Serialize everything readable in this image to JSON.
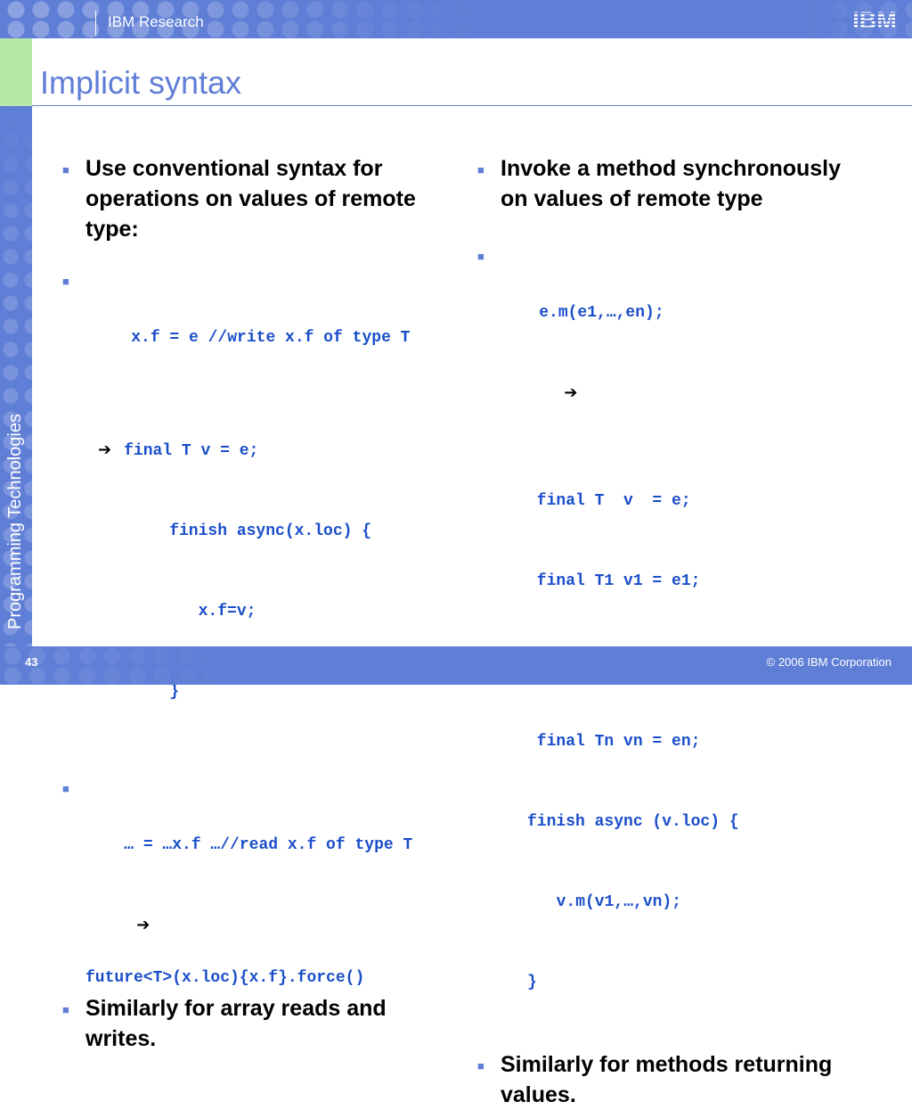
{
  "header": {
    "org": "IBM Research",
    "logo_text": "IBM"
  },
  "sidebar": {
    "label": "Programming Technologies"
  },
  "slide": {
    "title": "Implicit syntax"
  },
  "left_column": {
    "bullet_1": "Use conventional syntax for operations on values of remote type:",
    "write_line": "x.f = e //write x.f of type T",
    "arrow_1": "➔",
    "write_code": [
      "final T v = e;",
      "    finish async(x.loc) {",
      "       x.f=v;",
      "    }"
    ],
    "read_line": "… = …x.f …//read x.f of type T",
    "arrow_2": "➔",
    "read_code": "future<T>(x.loc){x.f}.force()",
    "bullet_2": "Similarly for array reads and writes."
  },
  "right_column": {
    "bullet_1": "Invoke a method synchronously on values of remote type",
    "invoke_line": "e.m(e1,…,en);",
    "arrow": "➔",
    "invoke_code": [
      " final T  v  = e;",
      " final T1 v1 = e1;",
      " …",
      " final Tn vn = en;",
      "finish async (v.loc) {",
      "  v.m(v1,…,vn);",
      "}"
    ],
    "bullet_2": "Similarly for methods returning values."
  },
  "footer": {
    "page_number": "43",
    "copyright": "© 2006 IBM Corporation"
  },
  "colors": {
    "accent": "#5f7ed6",
    "code": "#1a4ec9",
    "green_tab": "#b7e7a6"
  },
  "icons": {
    "bullet": "square-bullet-icon",
    "arrow": "right-arrow-icon"
  }
}
